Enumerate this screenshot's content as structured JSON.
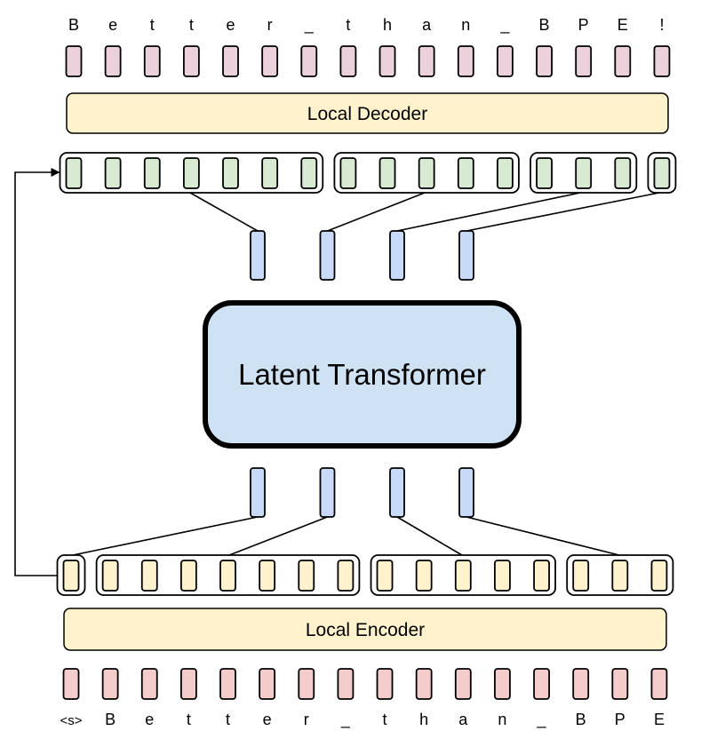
{
  "title": "Latent Transformer architecture diagram",
  "colors": {
    "output_token": "#ead1dc",
    "input_token": "#f4cccc",
    "decoder_patch_token": "#d9ead3",
    "encoder_patch_token": "#fff2cc",
    "latent": "#c9daf8",
    "transformer": "#cfe2f3",
    "module_bar": "#fff2cc",
    "stroke": "#000000"
  },
  "output_tokens": [
    "B",
    "e",
    "t",
    "t",
    "e",
    "r",
    "_",
    "t",
    "h",
    "a",
    "n",
    "_",
    "B",
    "P",
    "E",
    "!"
  ],
  "input_tokens": [
    "<s>",
    "B",
    "e",
    "t",
    "t",
    "e",
    "r",
    "_",
    "t",
    "h",
    "a",
    "n",
    "_",
    "B",
    "P",
    "E"
  ],
  "decoder": {
    "label": "Local Decoder",
    "patch_sizes": [
      7,
      5,
      3,
      1
    ]
  },
  "encoder": {
    "label": "Local Encoder",
    "patch_sizes": [
      1,
      7,
      5,
      3
    ]
  },
  "latent_transformer": {
    "label": "Latent Transformer",
    "num_latents": 4
  },
  "skip_connection": {
    "from": "encoder-patch-0",
    "to": "decoder-patches"
  }
}
